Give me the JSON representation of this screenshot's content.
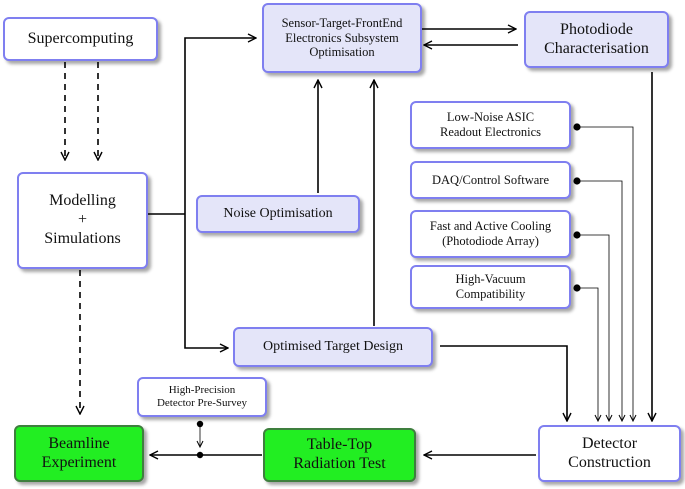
{
  "nodes": {
    "supercomputing": {
      "lines": [
        "Supercomputing"
      ]
    },
    "modelling": {
      "lines": [
        "Modelling",
        "+",
        "Simulations"
      ]
    },
    "sensor": {
      "lines": [
        "Sensor-Target-FrontEnd",
        "Electronics Subsystem",
        "Optimisation"
      ]
    },
    "photodiode": {
      "lines": [
        "Photodiode",
        "Characterisation"
      ]
    },
    "asic": {
      "lines": [
        "Low-Noise ASIC",
        "Readout Electronics"
      ]
    },
    "daq": {
      "lines": [
        "DAQ/Control Software"
      ]
    },
    "cooling": {
      "lines": [
        "Fast and Active Cooling",
        "(Photodiode Array)"
      ]
    },
    "vacuum": {
      "lines": [
        "High-Vacuum",
        "Compatibility"
      ]
    },
    "noise": {
      "lines": [
        "Noise Optimisation"
      ]
    },
    "target": {
      "lines": [
        "Optimised Target Design"
      ]
    },
    "survey": {
      "lines": [
        "High-Precision",
        "Detector Pre-Survey"
      ]
    },
    "beamline": {
      "lines": [
        "Beamline",
        "Experiment"
      ]
    },
    "tabletop": {
      "lines": [
        "Table-Top",
        "Radiation Test"
      ]
    },
    "detector": {
      "lines": [
        "Detector",
        "Construction"
      ]
    }
  },
  "colors": {
    "border": "#7f7ff0",
    "lavender_fill": "#e4e5f9",
    "green_fill": "#22ee22",
    "green_border": "#3e7f3e",
    "arrow": "#000000"
  }
}
